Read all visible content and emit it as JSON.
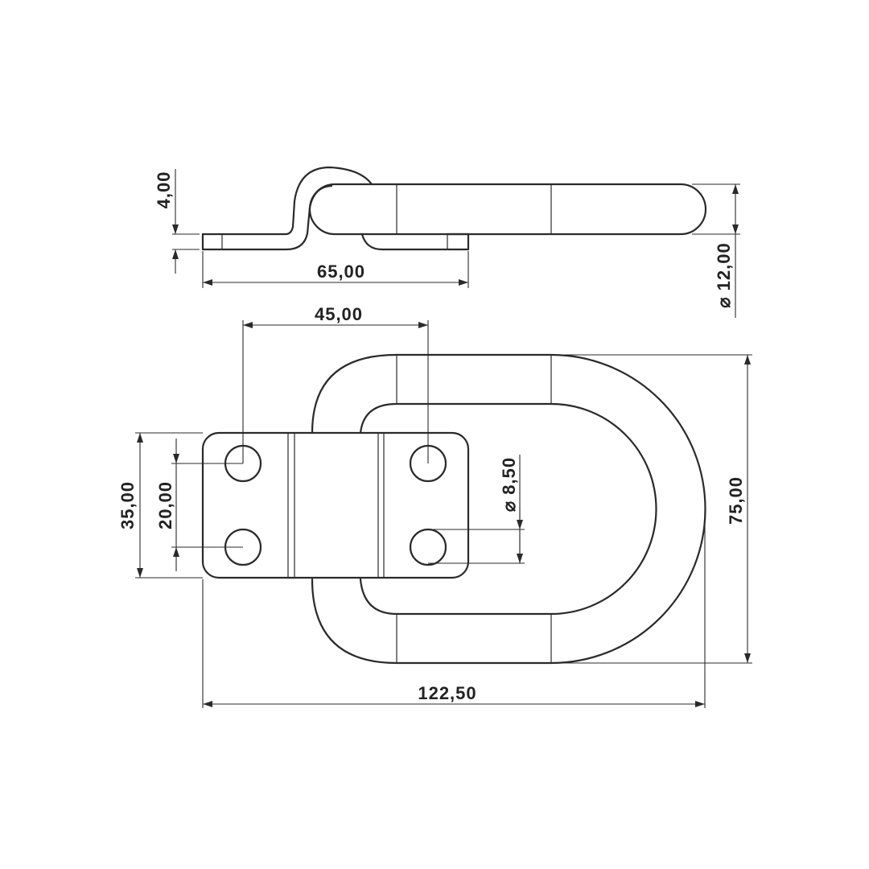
{
  "dimensions": {
    "thickness": "4,00",
    "side_length": "65,00",
    "rod_diameter": "⌀ 12,00",
    "hole_spacing_x": "45,00",
    "plate_height": "35,00",
    "hole_spacing_y": "20,00",
    "hole_diameter": "⌀ 8,50",
    "ring_height": "75,00",
    "total_length": "122,50"
  }
}
